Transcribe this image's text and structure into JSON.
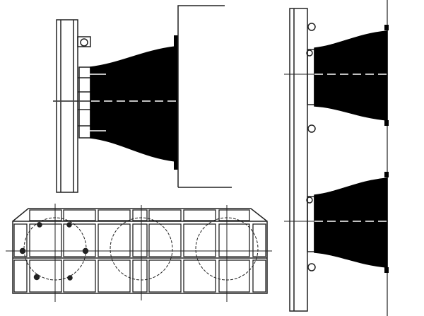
{
  "drawing": {
    "views": [
      "side-view-single-fender",
      "plan-view-frame",
      "side-view-double-fender"
    ],
    "colors": {
      "line": "#222222",
      "fender": "#000000",
      "background": "#ffffff"
    }
  }
}
